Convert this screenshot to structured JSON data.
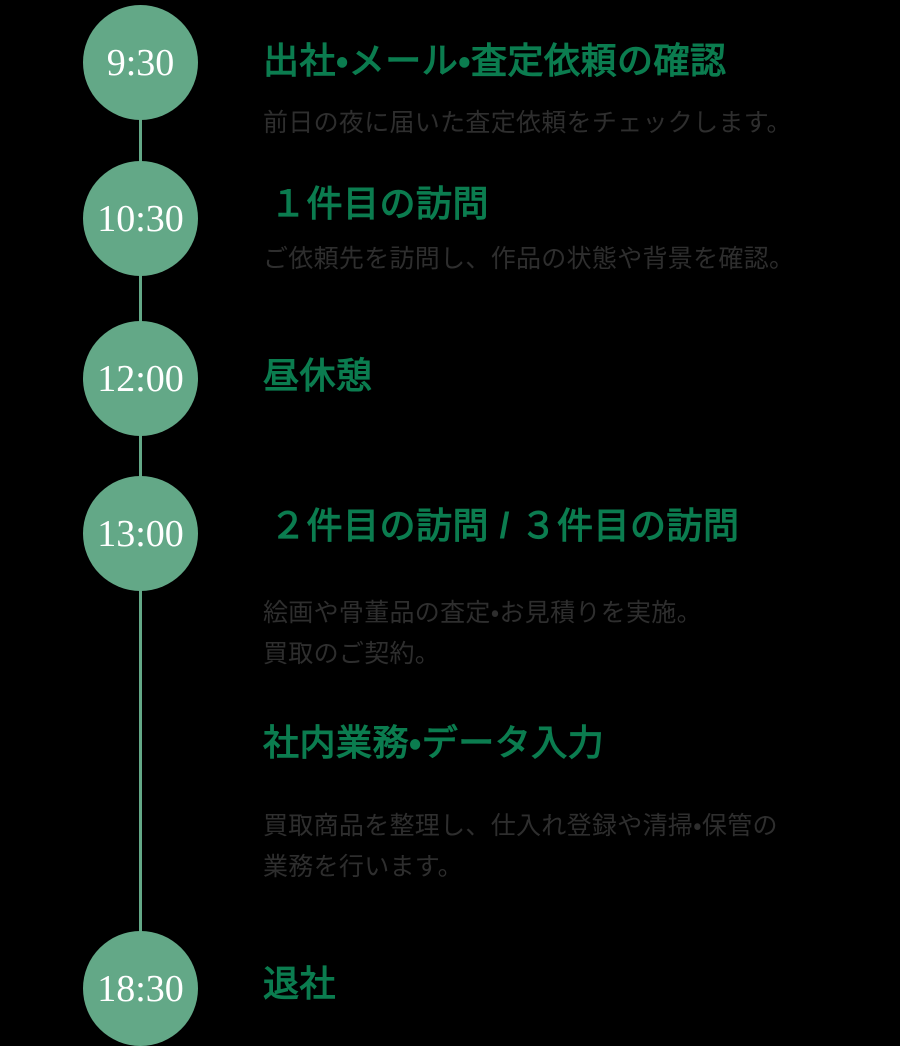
{
  "theme": {
    "background": "#000000",
    "bubble_fill": "#63a887",
    "bubble_text": "#ffffff",
    "rail": "#63a887",
    "title_green": "#0b7c4f",
    "description_gray": "#2e2e2e"
  },
  "timeline": {
    "nodes": [
      {
        "time": "9:30"
      },
      {
        "time": "10:30"
      },
      {
        "time": "12:00"
      },
      {
        "time": "13:00"
      },
      {
        "time": "18:30"
      }
    ],
    "entries": [
      {
        "title": "出社・メール・査定依頼の確認",
        "description_lines": [
          "前日の夜に届いた査定依頼をチェックします。"
        ]
      },
      {
        "title": "１件目の訪問",
        "description_lines": [
          "ご依頼先を訪問し、作品の状態や背景を確認。"
        ]
      },
      {
        "title": "昼休憩",
        "description_lines": []
      },
      {
        "title": "２件目の訪問 / ３件目の訪問",
        "description_lines": [
          "絵画や骨董品の査定・お見積りを実施。",
          "買取のご契約。"
        ]
      },
      {
        "title": "社内業務・データ入力",
        "description_lines": [
          "買取商品を整理し、仕入れ登録や清掃・保管の",
          "業務を行います。"
        ]
      },
      {
        "title": "退社",
        "description_lines": []
      }
    ]
  }
}
